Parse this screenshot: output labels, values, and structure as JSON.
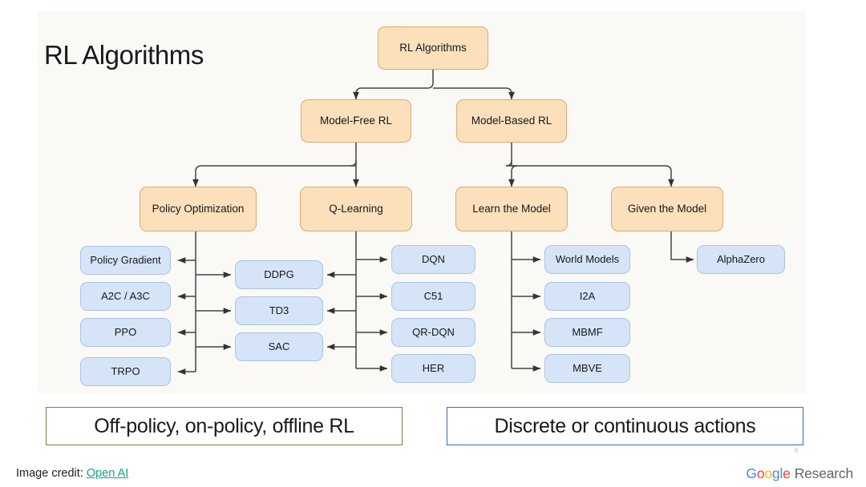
{
  "slide": {
    "title": "RL Algorithms",
    "background_color": "#faf9f6",
    "node_tan_color": "#fbe0bb",
    "node_blue_color": "#d6e4f7"
  },
  "diagram": {
    "type": "tree",
    "root": {
      "label": "RL Algorithms"
    },
    "level2": [
      {
        "label": "Model-Free RL"
      },
      {
        "label": "Model-Based RL"
      }
    ],
    "level3": [
      {
        "label": "Policy Optimization",
        "parent": "Model-Free RL"
      },
      {
        "label": "Q-Learning",
        "parent": "Model-Free RL"
      },
      {
        "label": "Learn the Model",
        "parent": "Model-Based RL"
      },
      {
        "label": "Given the Model",
        "parent": "Model-Based RL"
      }
    ],
    "leaves_policy_optimization": [
      {
        "label": "Policy Gradient"
      },
      {
        "label": "A2C / A3C"
      },
      {
        "label": "PPO"
      },
      {
        "label": "TRPO"
      }
    ],
    "leaves_shared": [
      {
        "label": "DDPG"
      },
      {
        "label": "TD3"
      },
      {
        "label": "SAC"
      }
    ],
    "leaves_q_learning": [
      {
        "label": "DQN"
      },
      {
        "label": "C51"
      },
      {
        "label": "QR-DQN"
      },
      {
        "label": "HER"
      }
    ],
    "leaves_learn_the_model": [
      {
        "label": "World Models"
      },
      {
        "label": "I2A"
      },
      {
        "label": "MBMF"
      },
      {
        "label": "MBVE"
      }
    ],
    "leaves_given_the_model": [
      {
        "label": "AlphaZero"
      }
    ]
  },
  "callouts": [
    {
      "label": "Off-policy, on-policy, offline RL",
      "border_color": "#6a8a4a"
    },
    {
      "label": "Discrete or continuous actions",
      "border_color": "#3a69c0"
    }
  ],
  "footer": {
    "credit_prefix": "Image credit:",
    "credit_link": "Open AI",
    "google_word_g1": "G",
    "google_word_o1": "o",
    "google_word_o2": "o",
    "google_word_g2": "g",
    "google_word_l": "l",
    "google_word_e": "e",
    "research_word": "Research",
    "page_marker": "6"
  }
}
